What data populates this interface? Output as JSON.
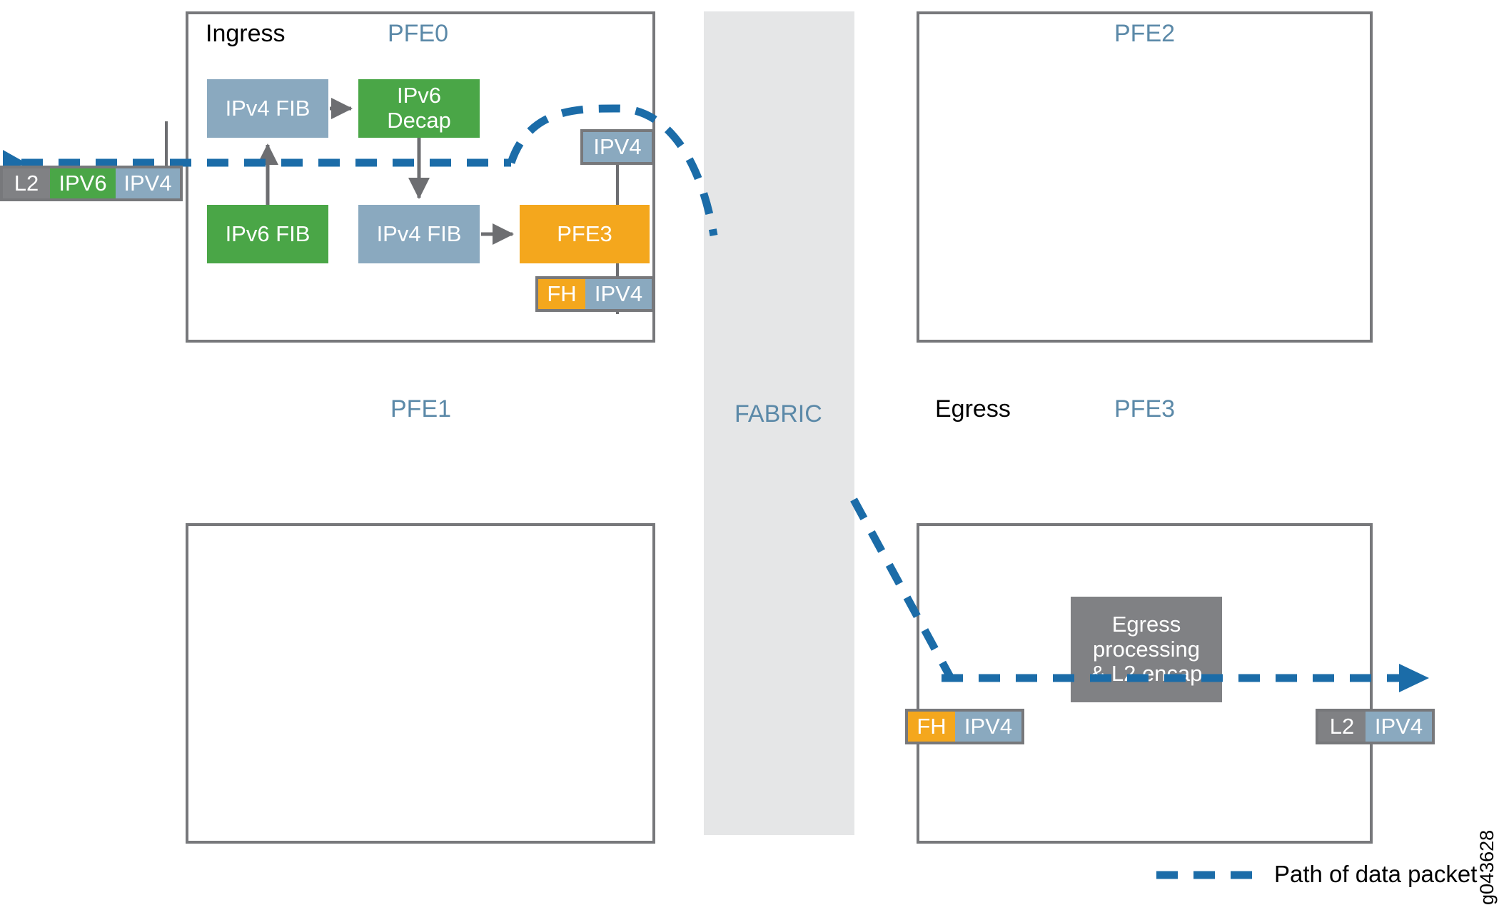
{
  "diagram": {
    "title_watermark": "g043628",
    "colors": {
      "blue_gray": "#8aa9bf",
      "green": "#4aa647",
      "orange": "#f4a71d",
      "gray": "#808184",
      "border_gray": "#77787b",
      "fabric_bg": "#e5e6e7",
      "path_blue": "#0a6cb0",
      "title_blue": "#5b89a8",
      "arrow_gray": "#6d6e71"
    }
  },
  "fabric": {
    "label": "FABRIC"
  },
  "ingress_pfe0": {
    "side_label": "Ingress",
    "title": "PFE0",
    "blocks": {
      "ipv4_fib_top": "IPv4 FIB",
      "ipv6_decap": "IPv6 Decap",
      "ipv6_fib": "IPv6 FIB",
      "ipv4_fib_bottom": "IPv4 FIB",
      "pfe3_target": "PFE3"
    },
    "packet_top": {
      "segments": [
        {
          "label": "IPV4",
          "color": "blue"
        }
      ]
    },
    "packet_bottom": {
      "segments": [
        {
          "label": "FH",
          "color": "orange"
        },
        {
          "label": "IPV4",
          "color": "blue"
        }
      ]
    }
  },
  "pfe2": {
    "title": "PFE2"
  },
  "pfe1": {
    "title": "PFE1"
  },
  "egress_pfe3": {
    "side_label": "Egress",
    "title": "PFE3",
    "blocks": {
      "egress_processing": "Egress processing & L2 encap"
    },
    "packet_in": {
      "segments": [
        {
          "label": "FH",
          "color": "orange"
        },
        {
          "label": "IPV4",
          "color": "blue"
        }
      ]
    },
    "packet_out": {
      "segments": [
        {
          "label": "L2",
          "color": "gray"
        },
        {
          "label": "IPV4",
          "color": "blue"
        }
      ]
    }
  },
  "incoming_packet": {
    "segments": [
      {
        "label": "L2",
        "color": "gray"
      },
      {
        "label": "IPV6",
        "color": "green"
      },
      {
        "label": "IPV4",
        "color": "blue"
      }
    ]
  },
  "legend": {
    "label": "Path of data packet"
  }
}
